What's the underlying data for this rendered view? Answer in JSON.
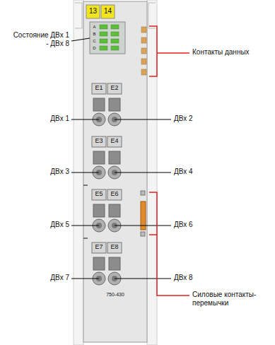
{
  "diagram": {
    "labels": [
      "Состояние ДВх 1 - ДВх 8",
      "13",
      "14",
      "A",
      "B",
      "C",
      "D",
      "E1",
      "E2",
      "Контакты данных",
      "ДВх 1",
      "ДВх 2",
      "E3",
      "E4",
      "ДВх 3",
      "ДВх 4",
      "E5",
      "E6",
      "ДВх 5",
      "ДВх 6",
      "E7",
      "E8",
      "ДВх 7",
      "ДВх 8",
      "750-430",
      "Силовые контакты-перемычки"
    ]
  }
}
